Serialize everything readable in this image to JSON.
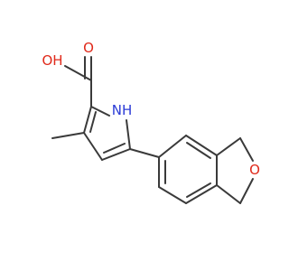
{
  "molecule": {
    "atoms": {
      "hydroxyl": "OH",
      "carbonyl_o": "O",
      "nh": "NH",
      "ring_o": "O"
    },
    "colors": {
      "bond": "#3a3a3a",
      "oxygen": "#e0291a",
      "nitrogen": "#2b3bd6",
      "background": "#ffffff"
    }
  }
}
